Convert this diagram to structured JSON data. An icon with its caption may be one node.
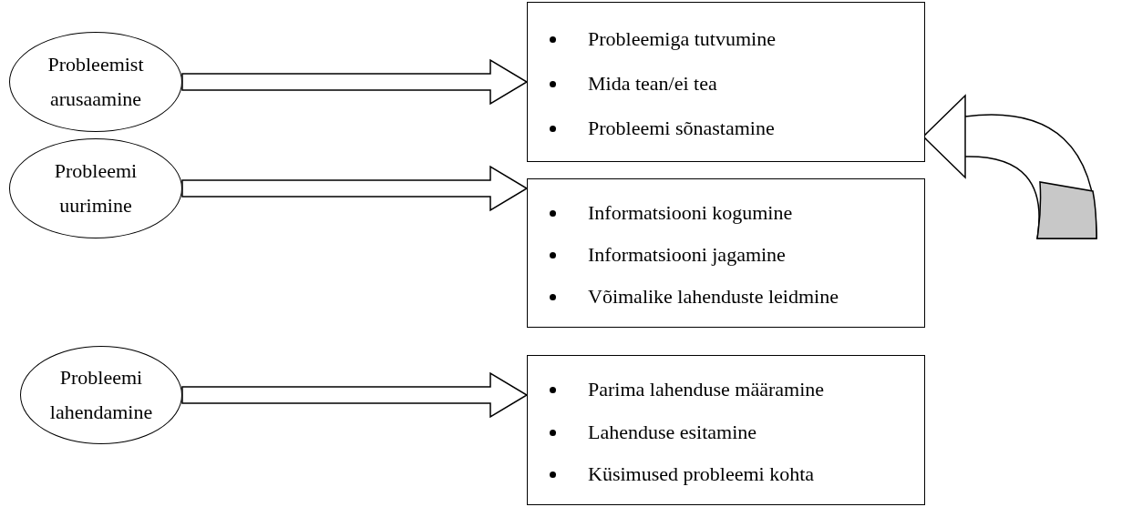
{
  "diagram": {
    "nodes": [
      {
        "text": [
          "Probleemist arusaamine"
        ]
      },
      {
        "text": [
          "Probleemiga tutvumine",
          "Mida tean/ei tea",
          "Probleemi sõnastamine"
        ]
      },
      {
        "text": [
          "Probleemi uurimine"
        ]
      },
      {
        "text": [
          "Informatsiooni kogumine",
          "Informatsiooni jagamine",
          "Võimalike lahenduste leidmine"
        ]
      },
      {
        "text": [
          "Probleemi lahendamine"
        ]
      },
      {
        "text": [
          "Parima lahenduse määramine",
          "Lahenduse esitamine",
          "Küsimused probleemi kohta"
        ]
      }
    ],
    "edges": [
      {
        "from": 0,
        "to": 1,
        "arrow": "to"
      },
      {
        "from": 2,
        "to": 3,
        "arrow": "to"
      },
      {
        "from": 4,
        "to": 5,
        "arrow": "to"
      },
      {
        "from": null,
        "to": 1,
        "arrow": "to"
      }
    ]
  }
}
